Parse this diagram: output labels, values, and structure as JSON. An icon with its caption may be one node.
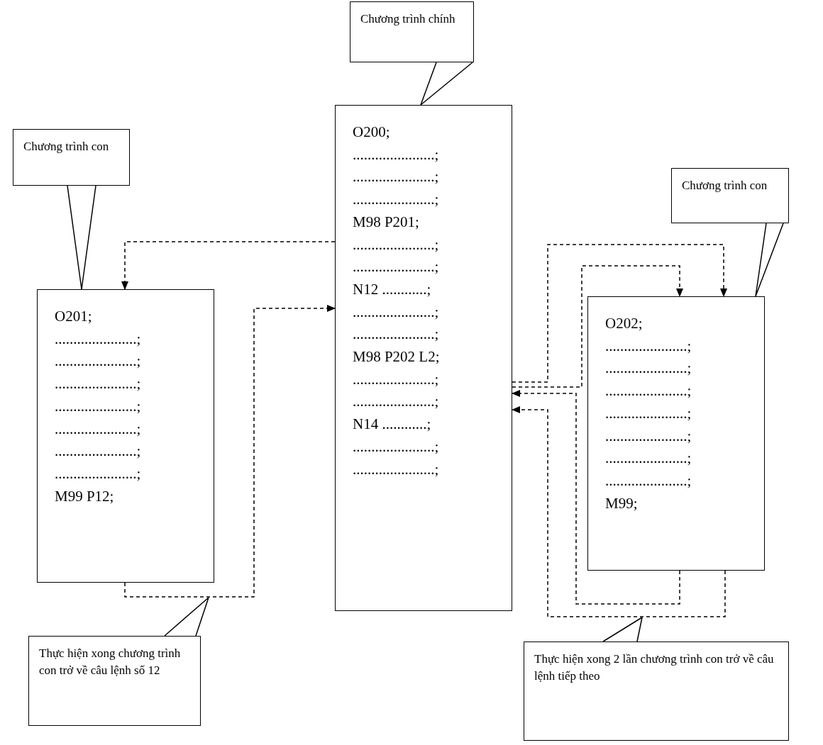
{
  "diagram": {
    "nodes": [
      {
        "text": [
          "Chương trình chính"
        ]
      },
      {
        "text": [
          "O200;",
          "......................;",
          "......................;",
          "......................;",
          "M98 P201;",
          "......................;",
          "......................;",
          "N12 ............;",
          "......................;",
          "......................;",
          "M98 P202 L2;",
          "......................;",
          "......................;",
          "N14 ............;",
          "......................;",
          "......................;"
        ]
      },
      {
        "text": [
          "Chương trình con"
        ]
      },
      {
        "text": [
          "O201;",
          "......................;",
          "......................;",
          "......................;",
          "......................;",
          "......................;",
          "......................;",
          "......................;",
          "M99 P12;"
        ]
      },
      {
        "text": [
          "Chương trình con"
        ]
      },
      {
        "text": [
          "O202;",
          "......................;",
          "......................;",
          "......................;",
          "......................;",
          "......................;",
          "......................;",
          "......................;",
          "M99;"
        ]
      },
      {
        "text": [
          "Thực hiện xong chương trình con trở về câu lệnh số 12"
        ]
      },
      {
        "text": [
          "Thực hiện xong 2 lần chương trình con trở về câu lệnh tiếp theo"
        ]
      }
    ],
    "edges": [
      {
        "from": 1,
        "to": 3,
        "arrow": "to",
        "style": "dashed"
      },
      {
        "from": 3,
        "to": 1,
        "arrow": "to",
        "style": "dashed"
      },
      {
        "from": 1,
        "to": 5,
        "arrow": "to",
        "style": "dashed"
      },
      {
        "from": 1,
        "to": 5,
        "arrow": "to",
        "style": "dashed"
      },
      {
        "from": 5,
        "to": 1,
        "arrow": "to",
        "style": "dashed"
      },
      {
        "from": 5,
        "to": 1,
        "arrow": "to",
        "style": "dashed"
      },
      {
        "from": 0,
        "to": 1,
        "arrow": "none"
      },
      {
        "from": 2,
        "to": 3,
        "arrow": "none"
      },
      {
        "from": 4,
        "to": 5,
        "arrow": "none"
      },
      {
        "from": 6,
        "to": null,
        "arrow": "none"
      },
      {
        "from": 7,
        "to": null,
        "arrow": "none"
      }
    ]
  }
}
